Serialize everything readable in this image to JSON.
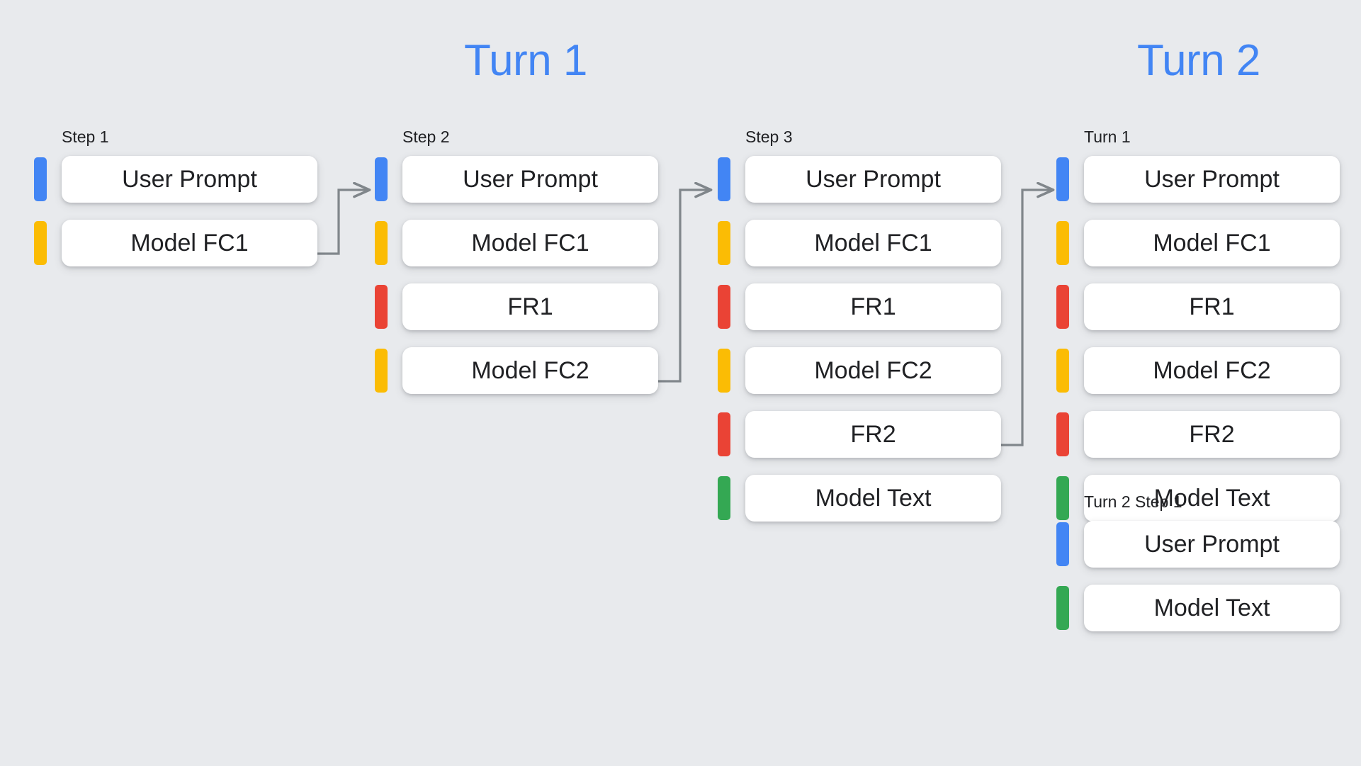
{
  "background_color": "#e8eaed",
  "palette": {
    "blue": "#4285f4",
    "yellow": "#fbbc04",
    "red": "#ea4335",
    "green": "#34a853",
    "card": "#ffffff",
    "text": "#202124",
    "connector": "#80868b"
  },
  "headings": {
    "turn1": "Turn 1",
    "turn2": "Turn 2"
  },
  "columns": [
    {
      "id": "step-1",
      "label": "Step 1",
      "rows": [
        {
          "bar": "blue",
          "label": "User Prompt"
        },
        {
          "bar": "yellow",
          "label": "Model FC1"
        }
      ]
    },
    {
      "id": "step-2",
      "label": "Step 2",
      "rows": [
        {
          "bar": "blue",
          "label": "User Prompt"
        },
        {
          "bar": "yellow",
          "label": "Model FC1"
        },
        {
          "bar": "red",
          "label": "FR1"
        },
        {
          "bar": "yellow",
          "label": "Model FC2"
        }
      ]
    },
    {
      "id": "step-3",
      "label": "Step 3",
      "rows": [
        {
          "bar": "blue",
          "label": "User Prompt"
        },
        {
          "bar": "yellow",
          "label": "Model FC1"
        },
        {
          "bar": "red",
          "label": "FR1"
        },
        {
          "bar": "yellow",
          "label": "Model FC2"
        },
        {
          "bar": "red",
          "label": "FR2"
        },
        {
          "bar": "green",
          "label": "Model Text"
        }
      ]
    },
    {
      "id": "turn1-recap",
      "label": "Turn 1",
      "rows": [
        {
          "bar": "blue",
          "label": "User Prompt"
        },
        {
          "bar": "yellow",
          "label": "Model FC1"
        },
        {
          "bar": "red",
          "label": "FR1"
        },
        {
          "bar": "yellow",
          "label": "Model FC2"
        },
        {
          "bar": "red",
          "label": "FR2"
        },
        {
          "bar": "green",
          "label": "Model Text"
        }
      ]
    },
    {
      "id": "turn2-step1",
      "label": "Turn 2 Step 1",
      "rows": [
        {
          "bar": "blue",
          "label": "User Prompt"
        },
        {
          "bar": "green",
          "label": "Model Text"
        }
      ]
    }
  ],
  "connectors": [
    {
      "id": "step1-to-step2",
      "from_row": "Model FC1",
      "to_row": "User Prompt"
    },
    {
      "id": "step2-to-step3",
      "from_row": "Model FC2",
      "to_row": "User Prompt"
    },
    {
      "id": "step3-to-turn1-recap",
      "from_row": "FR2",
      "to_row": "User Prompt"
    }
  ]
}
